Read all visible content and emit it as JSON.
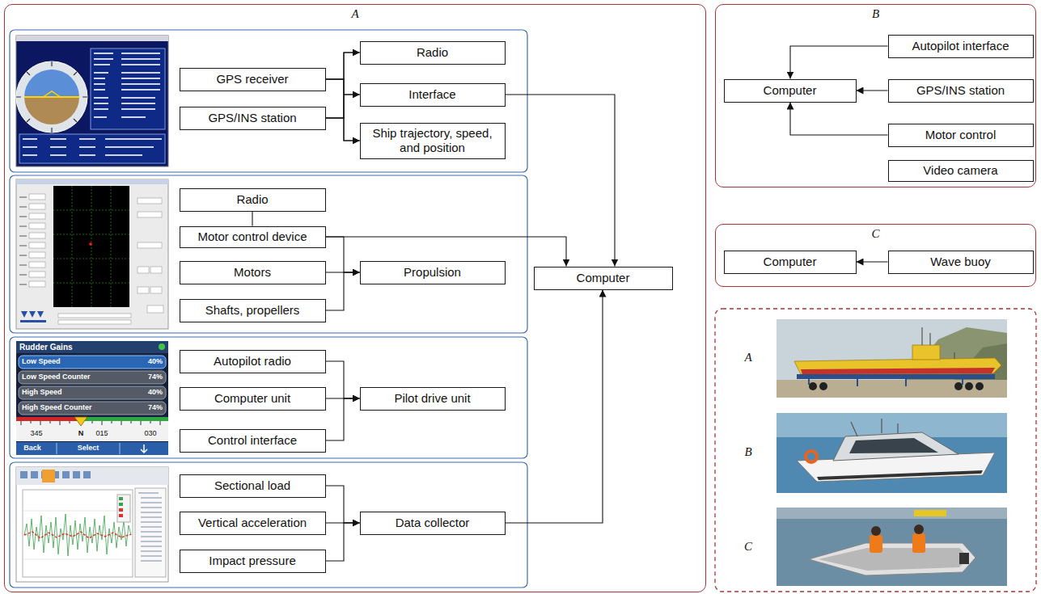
{
  "diagram": {
    "nodes": [
      {
        "text": [
          "A"
        ]
      },
      {
        "text": [
          "GPS receiver"
        ],
        "in": 0
      },
      {
        "text": [
          "GPS/INS station"
        ],
        "in": 0
      },
      {
        "text": [
          "Radio"
        ],
        "in": 0
      },
      {
        "text": [
          "Interface"
        ],
        "in": 0
      },
      {
        "text": [
          "Ship trajectory, speed, and position"
        ],
        "in": 0
      },
      {
        "text": [
          "Radio"
        ],
        "in": 0
      },
      {
        "text": [
          "Motor control device"
        ],
        "in": 0
      },
      {
        "text": [
          "Motors"
        ],
        "in": 0
      },
      {
        "text": [
          "Shafts, propellers"
        ],
        "in": 0
      },
      {
        "text": [
          "Propulsion"
        ],
        "in": 0
      },
      {
        "text": [
          "Computer"
        ],
        "in": 0
      },
      {
        "text": [
          "Autopilot radio"
        ],
        "in": 0
      },
      {
        "text": [
          "Computer unit"
        ],
        "in": 0
      },
      {
        "text": [
          "Control interface"
        ],
        "in": 0
      },
      {
        "text": [
          "Pilot drive unit"
        ],
        "in": 0
      },
      {
        "text": [
          "Sectional load"
        ],
        "in": 0
      },
      {
        "text": [
          "Vertical acceleration"
        ],
        "in": 0
      },
      {
        "text": [
          "Impact pressure"
        ],
        "in": 0
      },
      {
        "text": [
          "Data collector"
        ],
        "in": 0
      },
      {
        "text": [
          "B"
        ]
      },
      {
        "text": [
          "Autopilot interface"
        ],
        "in": 20
      },
      {
        "text": [
          "Computer"
        ],
        "in": 20
      },
      {
        "text": [
          "GPS/INS station"
        ],
        "in": 20
      },
      {
        "text": [
          "Motor control"
        ],
        "in": 20
      },
      {
        "text": [
          "Video camera"
        ],
        "in": 20
      },
      {
        "text": [
          "C"
        ]
      },
      {
        "text": [
          "Computer"
        ],
        "in": 26
      },
      {
        "text": [
          "Wave buoy"
        ],
        "in": 26
      }
    ],
    "edges": [
      {
        "from": 1,
        "to": 3,
        "arrow": "to"
      },
      {
        "from": 1,
        "to": 4,
        "arrow": "to"
      },
      {
        "from": 1,
        "to": 5,
        "arrow": "to"
      },
      {
        "from": 2,
        "to": 3,
        "arrow": "to"
      },
      {
        "from": 2,
        "to": 4,
        "arrow": "to"
      },
      {
        "from": 2,
        "to": 5,
        "arrow": "to"
      },
      {
        "from": 4,
        "to": 11,
        "arrow": "to"
      },
      {
        "from": 6,
        "to": 7,
        "arrow": "none"
      },
      {
        "from": 7,
        "to": 11,
        "arrow": "to"
      },
      {
        "from": 7,
        "to": 10,
        "arrow": "to"
      },
      {
        "from": 8,
        "to": 10,
        "arrow": "to"
      },
      {
        "from": 9,
        "to": 10,
        "arrow": "to"
      },
      {
        "from": 12,
        "to": 15,
        "arrow": "to"
      },
      {
        "from": 13,
        "to": 15,
        "arrow": "to"
      },
      {
        "from": 14,
        "to": 15,
        "arrow": "to"
      },
      {
        "from": 16,
        "to": 19,
        "arrow": "to"
      },
      {
        "from": 17,
        "to": 19,
        "arrow": "to"
      },
      {
        "from": 18,
        "to": 19,
        "arrow": "to"
      },
      {
        "from": 19,
        "to": 11,
        "arrow": "to"
      },
      {
        "from": 21,
        "to": 22,
        "arrow": "to"
      },
      {
        "from": 23,
        "to": 22,
        "arrow": "to"
      },
      {
        "from": 24,
        "to": 22,
        "arrow": "to"
      },
      {
        "from": 28,
        "to": 27,
        "arrow": "to"
      }
    ],
    "labels": [
      "Rudder Gains",
      "Low Speed",
      "40%",
      "Low Speed Counter",
      "74%",
      "High Speed",
      "40%",
      "High Speed Counter",
      "74%",
      "345",
      "N",
      "015",
      "030",
      "Back",
      "Select",
      "A",
      "B",
      "C"
    ]
  }
}
